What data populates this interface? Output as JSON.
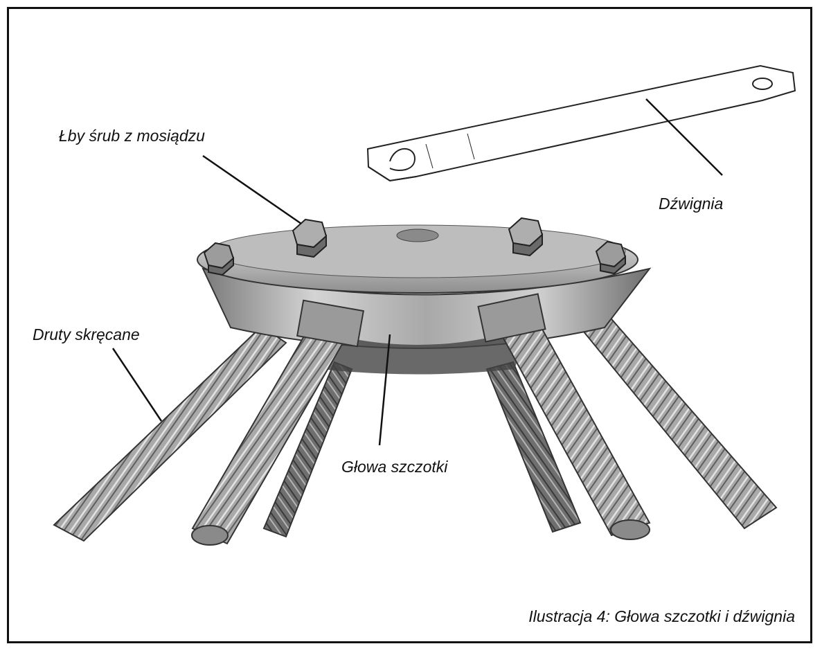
{
  "labels": {
    "bolt_heads": "Łby śrub z mosiądzu",
    "lever": "Dźwignia",
    "twisted_wires": "Druty skręcane",
    "brush_head": "Głowa szczotki"
  },
  "caption": "Ilustracja 4:  Głowa szczotki i dźwignia",
  "colors": {
    "border": "#111111",
    "metal_light": "#c9c9c9",
    "metal_dark": "#6d6d6d",
    "text": "#111111"
  }
}
